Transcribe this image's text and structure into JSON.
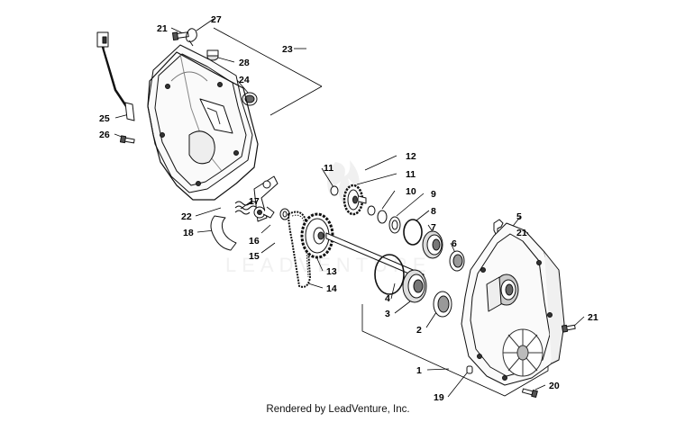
{
  "diagram": {
    "callouts": [
      "27",
      "21",
      "23",
      "28",
      "24",
      "25",
      "26",
      "22",
      "18",
      "17",
      "16",
      "15",
      "11",
      "12",
      "11",
      "10",
      "9",
      "8",
      "7",
      "6",
      "5",
      "21",
      "13",
      "14",
      "4",
      "3",
      "2",
      "21",
      "1",
      "19",
      "20"
    ],
    "footer": "Rendered by LeadVenture, Inc.",
    "watermark": "LEADVENTURE"
  }
}
